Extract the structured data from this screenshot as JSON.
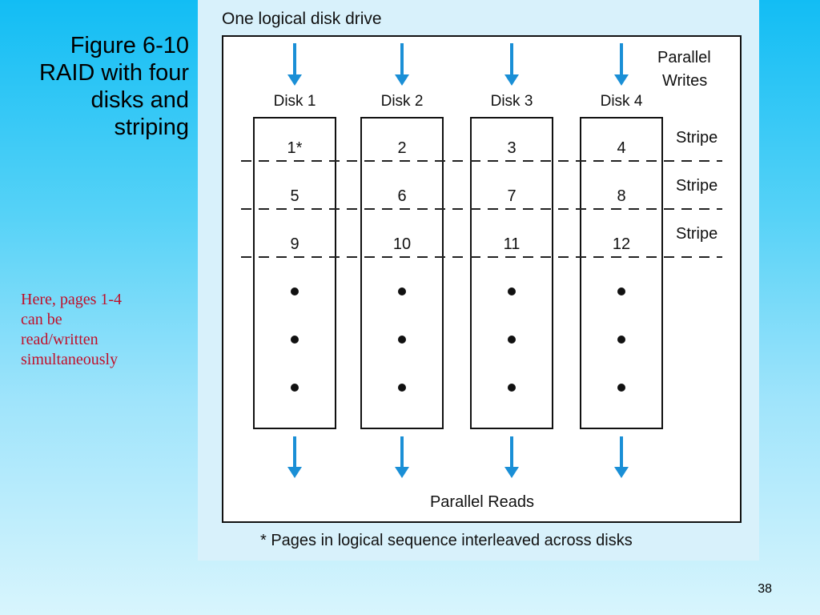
{
  "slide": {
    "title_lines": [
      "Figure 6-10",
      "RAID with four",
      "disks and",
      "striping"
    ],
    "note_lines": [
      "Here, pages 1-4",
      "can be",
      "read/written",
      "simultaneously"
    ],
    "page_number": "38"
  },
  "figure": {
    "title": "One logical disk drive",
    "parallel_writes_lines": [
      "Parallel",
      "Writes"
    ],
    "disk_labels": [
      "Disk 1",
      "Disk 2",
      "Disk 3",
      "Disk 4"
    ],
    "stripe_label": "Stripe",
    "page_rows": [
      [
        "1*",
        "2",
        "3",
        "4"
      ],
      [
        "5",
        "6",
        "7",
        "8"
      ],
      [
        "9",
        "10",
        "11",
        "12"
      ]
    ],
    "continuation_rows": 3,
    "parallel_reads_label": "Parallel Reads",
    "footnote": "* Pages in logical sequence interleaved across disks",
    "colors": {
      "arrow": "#1a8fd6",
      "note_text": "#c0102a",
      "panel_background": "#d8f1fb"
    }
  }
}
